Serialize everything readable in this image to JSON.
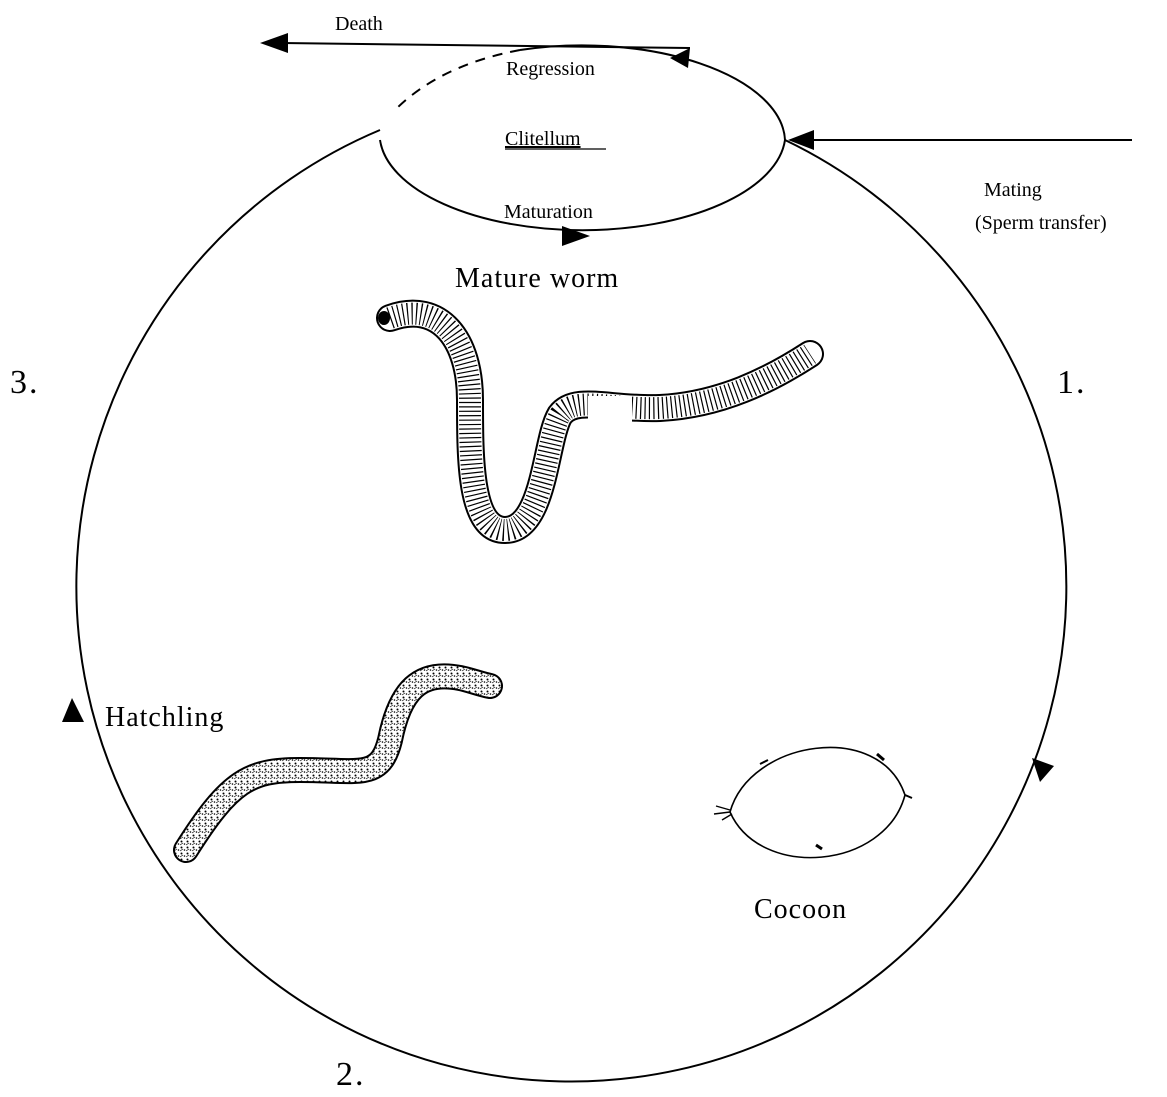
{
  "labels": {
    "death": "Death",
    "regression": "Regression",
    "clitellum": "Clitellum",
    "maturation": "Maturation",
    "mating_line1": "Mating",
    "mating_line2": "(Sperm transfer)",
    "mature_worm": "Mature worm",
    "hatchling": "Hatchling",
    "cocoon": "Cocoon",
    "stage1": "1.",
    "stage2": "2.",
    "stage3": "3."
  },
  "colors": {
    "ink": "#000000",
    "background": "#ffffff"
  }
}
